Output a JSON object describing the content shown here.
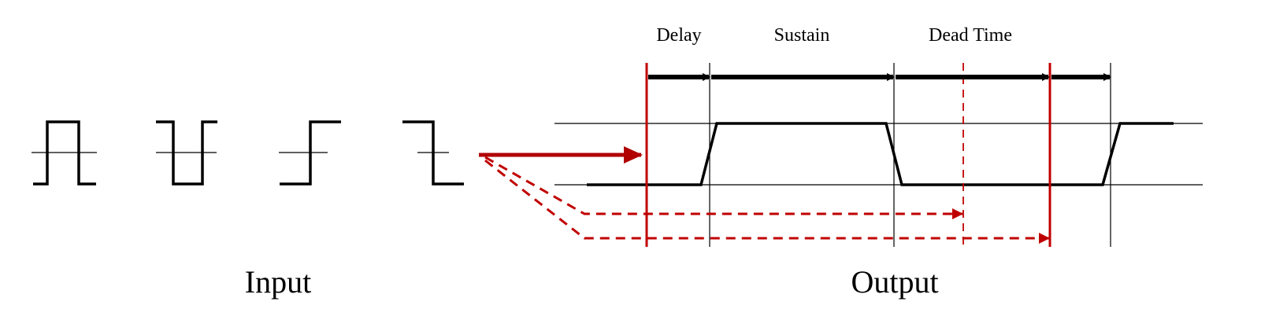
{
  "labels": {
    "input": "Input",
    "output": "Output",
    "delay": "Delay",
    "sustain": "Sustain",
    "dead_time": "Dead Time"
  },
  "input_symbols": [
    "positive-pulse",
    "negative-pulse",
    "rising-edge",
    "falling-edge"
  ],
  "colors": {
    "ink": "#000000",
    "accent_red": "#c00000",
    "arrow_red": "#b00000"
  }
}
